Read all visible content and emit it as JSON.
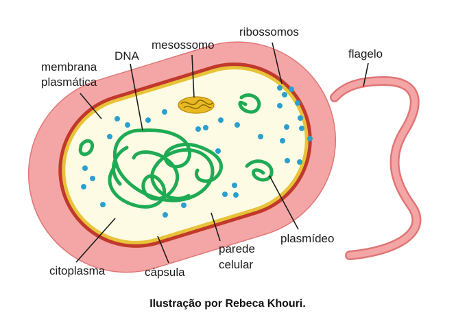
{
  "labels": {
    "membrana_line1": "membrana",
    "membrana_line2": "plasmática",
    "dna": "DNA",
    "mesossomo": "mesossomo",
    "ribossomos": "ribossomos",
    "flagelo": "flagelo",
    "citoplasma": "citoplasma",
    "capsula": "cápsula",
    "parede_line1": "parede",
    "parede_line2": "celular",
    "plasmideo": "plasmídeo"
  },
  "credit": "Ilustração por Rebeca Khouri.",
  "colors": {
    "capsule": "#f4a6a6",
    "capsule_stroke": "#e07575",
    "cell_wall": "#c0392b",
    "membrane": "#e8c33a",
    "cytoplasm": "#fdfbe3",
    "dna": "#1faa55",
    "ribosome": "#2a9fd0",
    "mesosome": "#e8b923"
  },
  "icons": {
    "ribosome": "blue-dot",
    "plasmid": "green-ring",
    "mesosome": "folded-membrane"
  }
}
